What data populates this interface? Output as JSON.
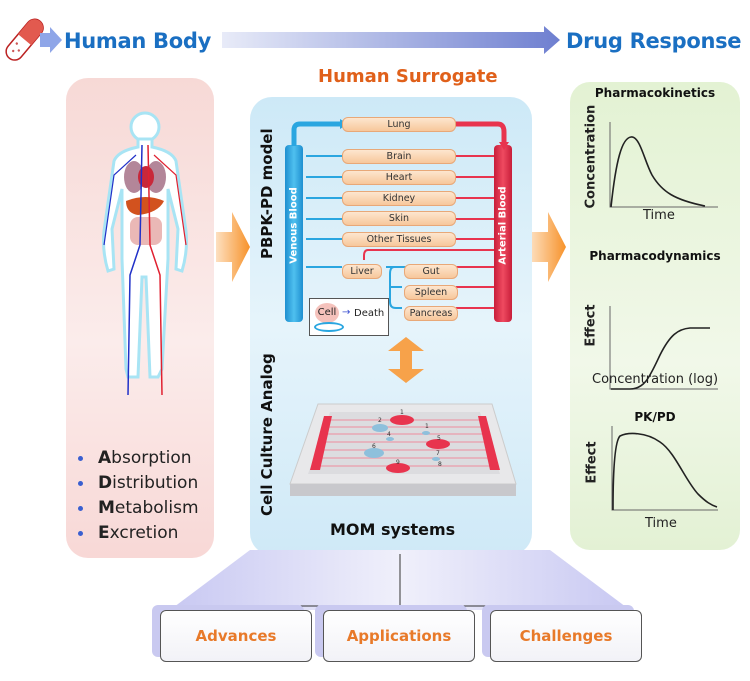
{
  "header": {
    "left_title": "Human Body",
    "right_title": "Drug Response",
    "center_title": "Human Surrogate",
    "pill_icon": "capsule-icon"
  },
  "human_body": {
    "figure_icon": "human-circulatory-system-icon",
    "adme": [
      {
        "initial": "A",
        "rest": "bsorption"
      },
      {
        "initial": "D",
        "rest": "istribution"
      },
      {
        "initial": "M",
        "rest": "etabolism"
      },
      {
        "initial": "E",
        "rest": "xcretion"
      }
    ]
  },
  "surrogate": {
    "pbpk_label": "PBPK-PD model",
    "venous_label": "Venous Blood",
    "arterial_label": "Arterial Blood",
    "organs": [
      "Lung",
      "Brain",
      "Heart",
      "Kidney",
      "Skin",
      "Other Tissues"
    ],
    "liver": "Liver",
    "portal_organs": [
      "Gut",
      "Spleen",
      "Pancreas"
    ],
    "cell_label": "Cell",
    "death_label": "Death",
    "cell_culture_label": "Cell Culture Analog",
    "mom_label": "MOM systems",
    "chip_wells": [
      "1",
      "2",
      "1",
      "4",
      "5",
      "6",
      "7",
      "8",
      "9"
    ]
  },
  "drug_response": {
    "charts": [
      {
        "title": "Pharmacokinetics",
        "xlabel": "Time",
        "ylabel": "Concentration",
        "shape": "absorption-elimination peak"
      },
      {
        "title": "Pharmacodynamics",
        "xlabel": "Concentration (log)",
        "ylabel": "Effect",
        "shape": "sigmoid"
      },
      {
        "title": "PK/PD",
        "xlabel": "Time",
        "ylabel": "Effect",
        "shape": "rapid rise, slow decline"
      }
    ]
  },
  "bottom": {
    "boxes": [
      "Advances",
      "Applications",
      "Challenges"
    ]
  },
  "colors": {
    "header_blue": "#1a6fc2",
    "accent_orange": "#e0601a",
    "venous": "#2aa6e0",
    "arterial": "#e8344e"
  }
}
